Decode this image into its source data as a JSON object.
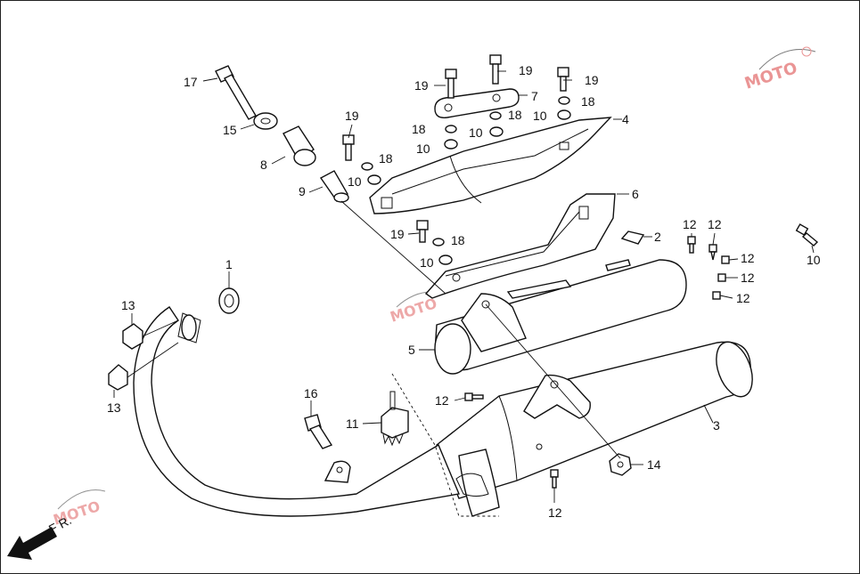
{
  "diagram": {
    "callouts": {
      "c17": "17",
      "c15": "15",
      "c8": "8",
      "c9": "9",
      "c1": "1",
      "c13a": "13",
      "c13b": "13",
      "c16": "16",
      "c11": "11",
      "c19a": "19",
      "c19b": "19",
      "c19c": "19",
      "c19d": "19",
      "c19e": "19",
      "c18a": "18",
      "c18b": "18",
      "c18c": "18",
      "c18d": "18",
      "c18e": "18",
      "c10a": "10",
      "c10b": "10",
      "c10c": "10",
      "c10d": "10",
      "c10e": "10",
      "c10f": "10",
      "c7": "7",
      "c4": "4",
      "c6": "6",
      "c2": "2",
      "c5": "5",
      "c3": "3",
      "c14": "14",
      "c12a": "12",
      "c12b": "12",
      "c12c": "12",
      "c12d": "12",
      "c12e": "12",
      "c12f": "12",
      "c12g": "12"
    },
    "direction_label": "F R.",
    "watermark_text": "MOTO",
    "colors": {
      "line": "#111111",
      "watermark_red": "#d94040",
      "watermark_blue": "#4a6bd1"
    }
  }
}
